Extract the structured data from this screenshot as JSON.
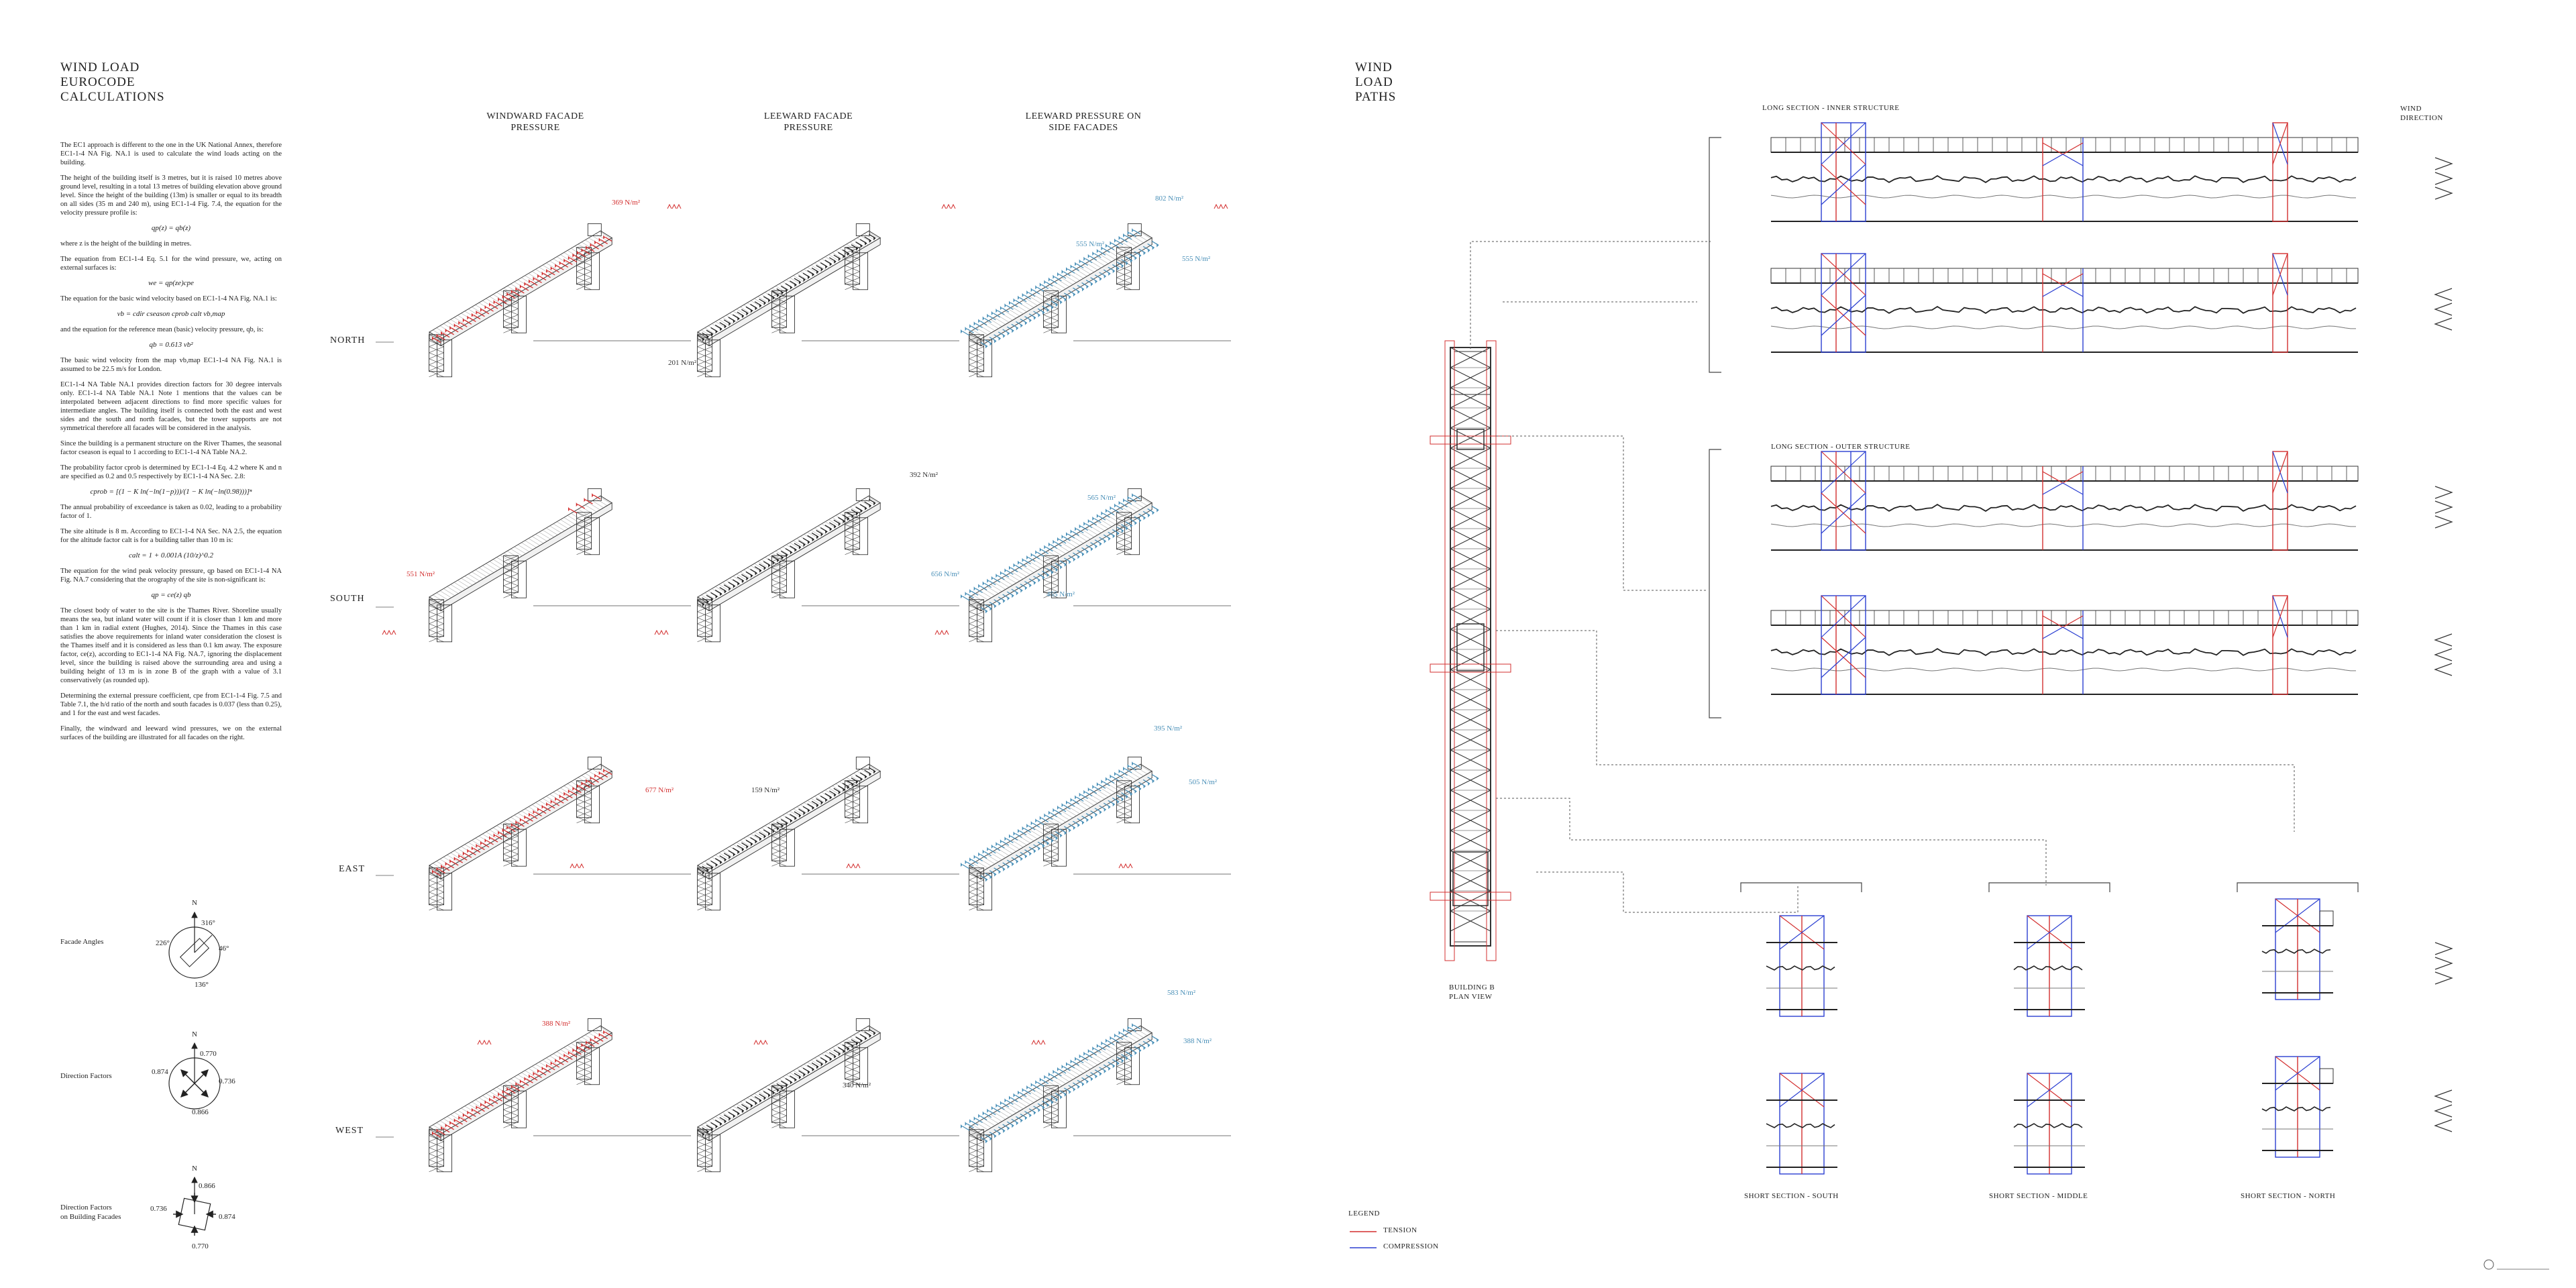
{
  "left": {
    "title": [
      "WIND LOAD",
      "EUROCODE",
      "CALCULATIONS"
    ],
    "paragraphs": [
      "The EC1 approach is different to the one in the UK National Annex, therefore EC1-1-4 NA Fig. NA.1 is used to calculate the wind loads acting on the building.",
      "The height of the building itself is 3 metres, but it is raised 10 metres above ground level, resulting in a total 13 metres of building elevation above ground level. Since the height of the building (13m) is smaller or equal to its breadth on all sides (35 m and 240 m), using EC1-1-4 Fig. 7.4, the equation for the velocity pressure profile is:",
      "where z is the height of the building in metres.",
      "The equation from EC1-1-4 Eq. 5.1 for the wind pressure, we, acting on external surfaces is:",
      "The equation for the basic wind velocity based on EC1-1-4 NA Fig. NA.1 is:",
      "and the equation for the reference mean (basic) velocity pressure, qb, is:",
      "The basic wind velocity from the map vb,map EC1-1-4 NA Fig. NA.1 is assumed to be 22.5 m/s for London.",
      "EC1-1-4 NA Table NA.1 provides direction factors for 30 degree intervals only. EC1-1-4 NA Table NA.1 Note 1 mentions that the values can be interpolated between adjacent directions to find more specific values for intermediate angles. The building itself is connected both the east and west sides and the south and north facades, but the tower supports are not symmetrical therefore all facades will be considered in the analysis.",
      "Since the building is a permanent structure on the River Thames, the seasonal factor cseason is equal to 1 according to EC1-1-4 NA Table NA.2.",
      "The probability factor cprob is determined by EC1-1-4 Eq. 4.2 where K and n are specified as 0.2 and 0.5 respectively by EC1-1-4 NA Sec. 2.8:",
      "The annual probability of exceedance is taken as 0.02, leading to a probability factor of 1.",
      "The site altitude is 8 m. According to EC1-1-4 NA Sec. NA 2.5, the equation for the altitude factor calt is for a building taller than 10 m is:",
      "The equation for the wind peak velocity pressure, qp based on EC1-1-4 NA Fig. NA.7 considering that the orography of the site is non-significant is:",
      "The closest body of water to the site is the Thames River. Shoreline usually means the sea, but inland water will count if it is closer than 1 km and more than 1 km in radial extent (Hughes, 2014). Since the Thames in this case satisfies the above requirements for inland water consideration the closest is the Thames itself and it is considered as less than 0.1 km away. The exposure factor, ce(z), according to EC1-1-4 NA Fig. NA.7, ignoring the displacement level, since the building is raised above the surrounding area and using a building height of 13 m is in zone B of the graph with a value of 3.1 conservatively (as rounded up).",
      "Determining the external pressure coefficient, cpe from EC1-1-4 Fig. 7.5 and Table 7.1, the h/d ratio of the north and south facades is 0.037 (less than 0.25), and 1 for the east and west facades.",
      "Finally, the windward and leeward wind pressures, we on the external surfaces of the building are illustrated for all facades on the right."
    ],
    "equations": [
      "qp(z) = qb(z)",
      "we = qp(ze)cpe",
      "vb = cdir cseason cprob calt vb,map",
      "qb = 0.613 vb²",
      "cprob = [(1 − K ln(−ln(1−p)))/(1 − K ln(−ln(0.98)))]ⁿ",
      "calt = 1 + 0.001A (10/z)^0.2",
      "qp = ce(z) qb"
    ],
    "diagram_labels": {
      "facade_angles": "Facade Angles",
      "direction_factors": "Direction Factors",
      "direction_factors_facades": [
        "Direction Factors",
        "on Building Facades"
      ]
    },
    "compass1": {
      "n": "N",
      "a1": "226°",
      "a2": "46°",
      "a3": "316°",
      "a4": "136°"
    },
    "compass2": {
      "n": "N",
      "v1": "0.770",
      "v2": "0.874",
      "v3": "0.736",
      "v4": "0.866"
    },
    "compass3": {
      "n": "N",
      "v1": "0.866",
      "v2": "0.736",
      "v3": "0.874",
      "v4": "0.770"
    }
  },
  "middle": {
    "columns": [
      [
        "WINDWARD FACADE",
        "PRESSURE"
      ],
      [
        "LEEWARD FACADE",
        "PRESSURE"
      ],
      [
        "LEEWARD PRESSURE ON",
        "SIDE FACADES"
      ]
    ],
    "rows": [
      "NORTH",
      "SOUTH",
      "EAST",
      "WEST"
    ],
    "pressures": {
      "north_windward": "369 N/m²",
      "north_leeward": "201 N/m²",
      "north_side_a": "802 N/m²",
      "north_side_b": "555 N/m²",
      "north_side_c": "555 N/m²",
      "south_windward": "551 N/m²",
      "south_leeward": "392 N/m²",
      "south_side_a": "565 N/m²",
      "south_side_b": "656 N/m²",
      "south_side_c": "455 N/m²",
      "east_windward": "677 N/m²",
      "east_leeward": "159 N/m²",
      "east_side_a": "395 N/m²",
      "east_side_b": "505 N/m²",
      "west_windward": "388 N/m²",
      "west_leeward": "340 N/m²",
      "west_side_a": "583 N/m²",
      "west_side_b": "388 N/m²"
    }
  },
  "right": {
    "title": [
      "WIND",
      "LOAD",
      "PATHS"
    ],
    "plan_label": [
      "BUILDING B",
      "PLAN VIEW"
    ],
    "long_inner": "LONG SECTION - INNER STRUCTURE",
    "long_outer": "LONG SECTION - OUTER STRUCTURE",
    "wind_direction": [
      "WIND",
      "DIRECTION"
    ],
    "short_sections": [
      "SHORT SECTION - SOUTH",
      "SHORT SECTION - MIDDLE",
      "SHORT SECTION - NORTH"
    ],
    "legend_title": "LEGEND",
    "legend_tension": "TENSION",
    "legend_compression": "COMPRESSION",
    "colors": {
      "tension": "#d32f2f",
      "compression": "#2b3fd1",
      "side": "#4a90b8"
    }
  }
}
